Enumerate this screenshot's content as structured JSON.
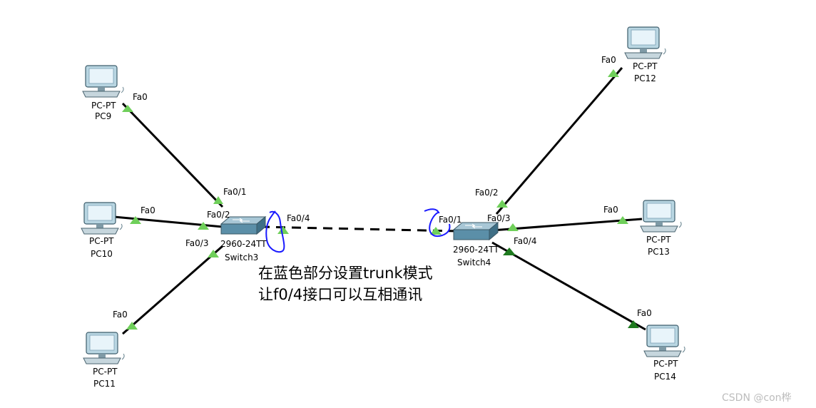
{
  "devices": {
    "pc9": {
      "type": "PC-PT",
      "name": "PC9"
    },
    "pc10": {
      "type": "PC-PT",
      "name": "PC10"
    },
    "pc11": {
      "type": "PC-PT",
      "name": "PC11"
    },
    "pc12": {
      "type": "PC-PT",
      "name": "PC12"
    },
    "pc13": {
      "type": "PC-PT",
      "name": "PC13"
    },
    "pc14": {
      "type": "PC-PT",
      "name": "PC14"
    },
    "switch3": {
      "model": "2960-24TT",
      "name": "Switch3"
    },
    "switch4": {
      "model": "2960-24TT",
      "name": "Switch4"
    }
  },
  "ports": {
    "pc9_fa0": "Fa0",
    "pc10_fa0": "Fa0",
    "pc11_fa0": "Fa0",
    "pc12_fa0": "Fa0",
    "pc13_fa0": "Fa0",
    "pc14_fa0": "Fa0",
    "sw3_fa01": "Fa0/1",
    "sw3_fa02": "Fa0/2",
    "sw3_fa03": "Fa0/3",
    "sw3_fa04": "Fa0/4",
    "sw4_fa01": "Fa0/1",
    "sw4_fa02": "Fa0/2",
    "sw4_fa03": "Fa0/3",
    "sw4_fa04": "Fa0/4"
  },
  "annotation": {
    "line1": "在蓝色部分设置trunk模式",
    "line2": "让f0/4接口可以互相通讯"
  },
  "watermark": "CSDN @con桦",
  "colors": {
    "link": "#000000",
    "port_up": "#6fcf5a",
    "port_dark": "#1f7a1f",
    "pen": "#1a1aff",
    "switch_body": "#5b8fa8"
  }
}
